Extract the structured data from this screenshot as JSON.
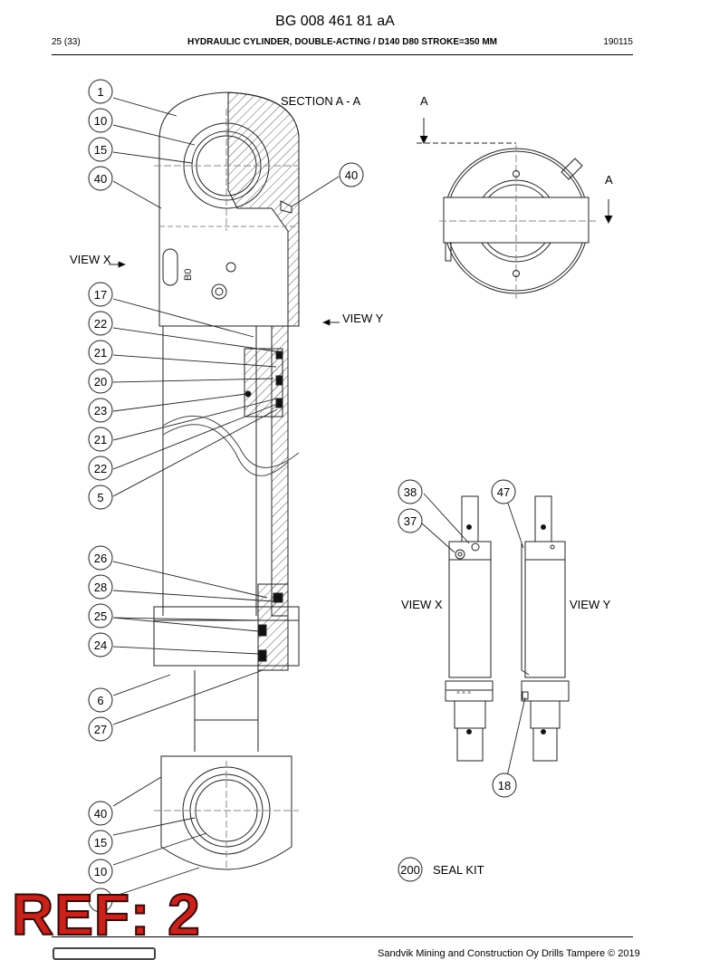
{
  "header": {
    "doc_id": "BG 008 461 81 aA",
    "page": "25 (33)",
    "title": "HYDRAULIC CYLINDER, DOUBLE-ACTING / D140 D80 STROKE=350 MM",
    "date": "190115"
  },
  "labels": {
    "section": "SECTION A - A",
    "section_marker_top": "A",
    "section_marker_right": "A",
    "view_x_left": "VIEW X",
    "view_y_main": "VIEW Y",
    "view_x_small": "VIEW X",
    "view_y_small": "VIEW Y",
    "seal_kit": "SEAL KIT",
    "seal_kit_num": "200"
  },
  "callouts_left": [
    "1",
    "10",
    "15",
    "40",
    "17",
    "22",
    "21",
    "20",
    "23",
    "21",
    "22",
    "5",
    "26",
    "28",
    "25",
    "24",
    "6",
    "27",
    "40",
    "15",
    "10",
    "2"
  ],
  "callouts_other": {
    "top_40": "40",
    "c38": "38",
    "c37": "37",
    "c47": "47",
    "c18": "18"
  },
  "footer": {
    "copyright": "Sandvik Mining and Construction Oy Drills Tampere © 2019",
    "ref": "REF: 2"
  }
}
